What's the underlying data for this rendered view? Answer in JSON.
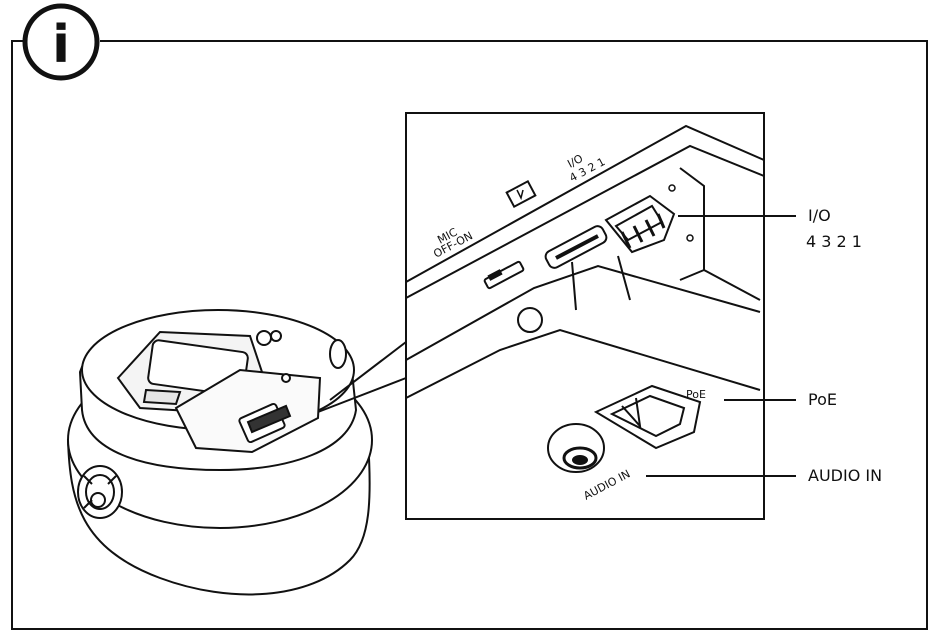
{
  "info_icon": {
    "glyph": "i",
    "icon": "info-icon"
  },
  "callouts": {
    "io": {
      "line1": "I/O",
      "line2": "4 3 2 1"
    },
    "poe": "PoE",
    "audio_in": "AUDIO IN"
  },
  "device_labels": {
    "mic_line1": "MIC",
    "mic_line2": "OFF-ON",
    "io_line1": "I/O",
    "io_line2": "4 3 2 1",
    "poe": "PoE",
    "audio_in": "AUDIO IN",
    "sd_card_icon": "sd-card-icon"
  },
  "colors": {
    "line": "#111111",
    "background": "#ffffff",
    "shade": "#d9d9d9"
  }
}
